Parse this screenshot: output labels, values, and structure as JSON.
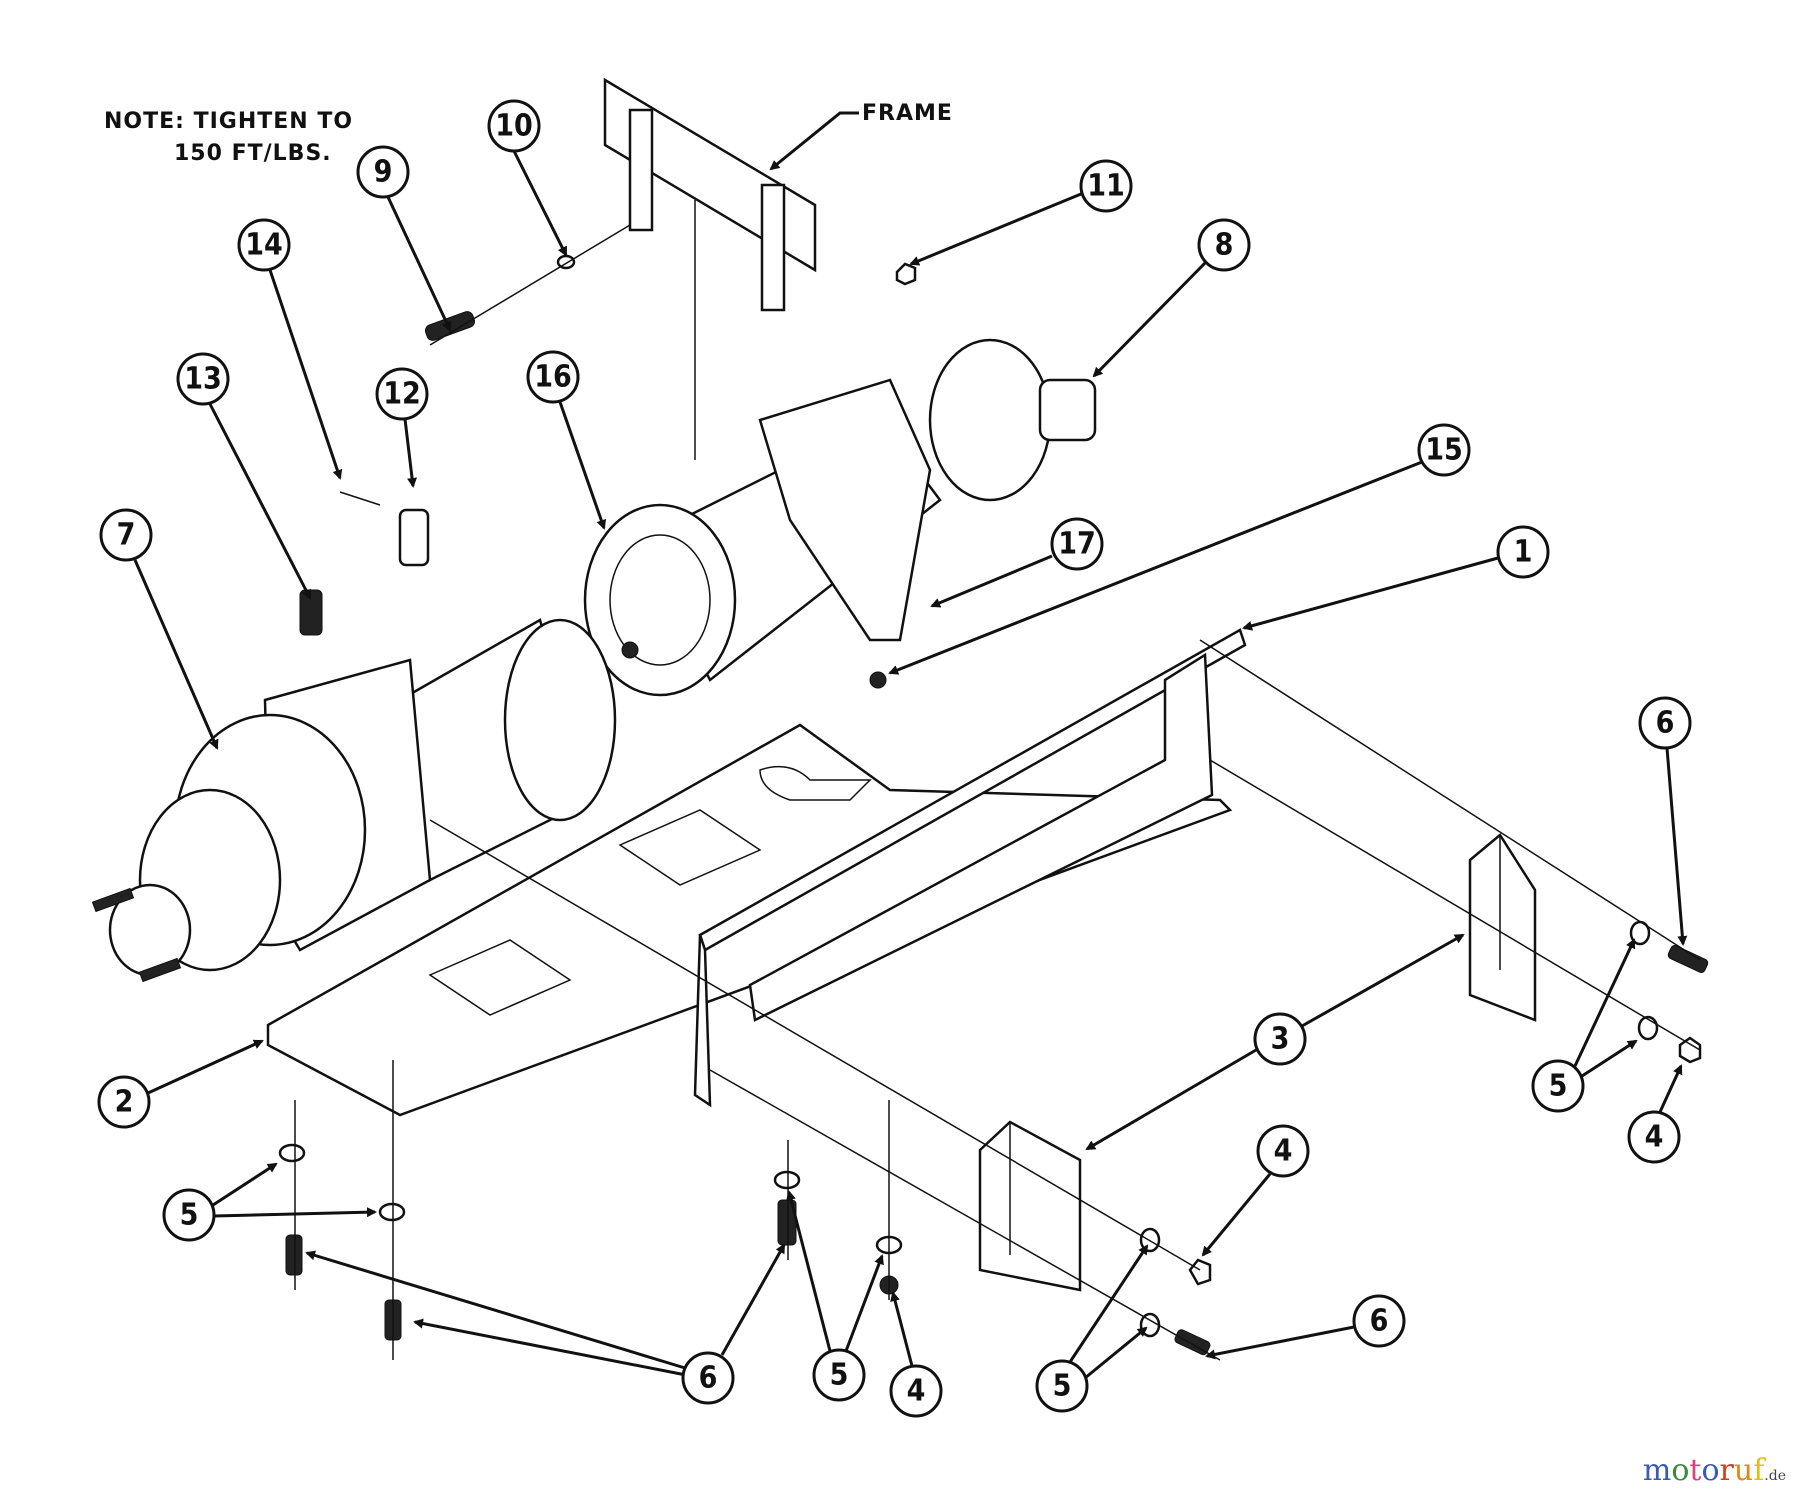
{
  "note": {
    "line1": "NOTE: TIGHTEN TO",
    "line2": "150 FT/LBS."
  },
  "frame_label": "FRAME",
  "callouts": [
    "10",
    "9",
    "14",
    "13",
    "12",
    "16",
    "11",
    "8",
    "15",
    "17",
    "1",
    "7",
    "6",
    "2",
    "3",
    "5",
    "4",
    "4",
    "6",
    "5",
    "6",
    "5",
    "4",
    "5"
  ],
  "watermark": {
    "text": "motoruf",
    "suffix": ".de",
    "colors": [
      "#3a5bb5",
      "#3a8a3a",
      "#e0407a",
      "#3a5bb5",
      "#d04020",
      "#e08a10",
      "#e0c010"
    ]
  }
}
